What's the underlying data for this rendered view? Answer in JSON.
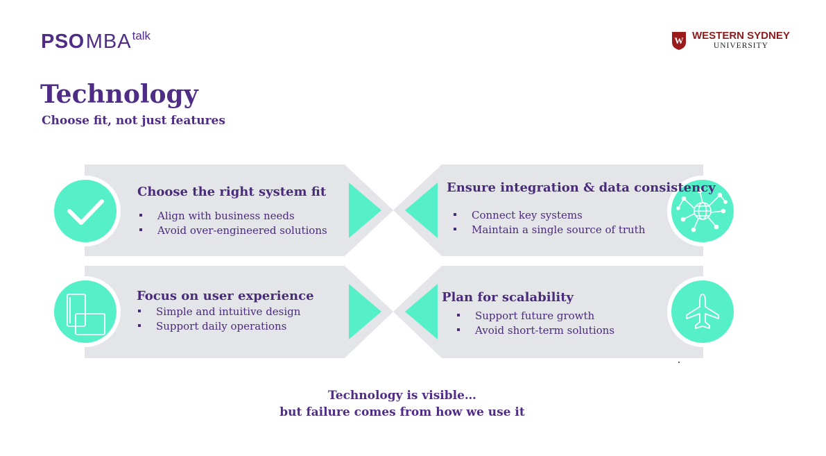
{
  "brand": {
    "pso": "PSO",
    "mba": "MBA",
    "talk": "talk",
    "university_line1": "WESTERN SYDNEY",
    "university_line2": "UNIVERSITY",
    "shield_letter": "W"
  },
  "heading": {
    "title": "Technology",
    "subtitle": "Choose fit, not just features"
  },
  "cards": [
    {
      "title": "Choose the right system fit",
      "bullets": [
        "Align with business needs",
        "Avoid over-engineered solutions"
      ],
      "icon": "checkmark-icon"
    },
    {
      "title": "Ensure integration & data consistency",
      "bullets": [
        "Connect key systems",
        "Maintain a single source of truth"
      ],
      "icon": "globe-network-icon"
    },
    {
      "title": "Focus on user experience",
      "bullets": [
        "Simple and intuitive design",
        "Support daily operations"
      ],
      "icon": "screens-icon"
    },
    {
      "title": "Plan for scalability",
      "bullets": [
        "Support future growth",
        "Avoid short-term solutions"
      ],
      "icon": "airplane-icon"
    }
  ],
  "footer": {
    "line1": "Technology is visible…",
    "line2": "but failure comes from how we use it"
  },
  "colors": {
    "purple": "#4f2d86",
    "accent": "#55f0c8",
    "card": "#e3e5e9",
    "university_red": "#9b1b1b"
  }
}
